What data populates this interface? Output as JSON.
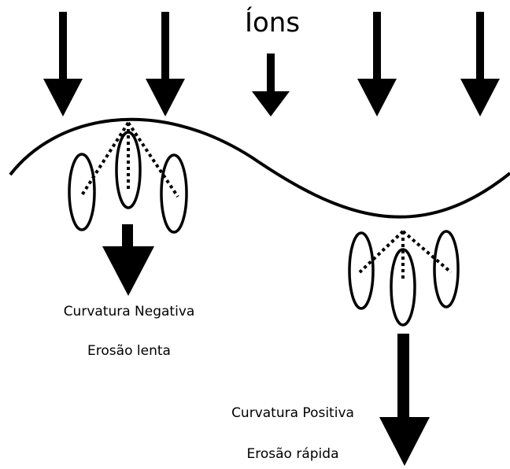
{
  "title": "Íons",
  "labels": {
    "negative_curvature": "Curvatura Negativa",
    "slow_erosion": "Erosão lenta",
    "positive_curvature": "Curvatura Positiva",
    "fast_erosion": "Erosão rápida"
  },
  "colors": {
    "ink": "#000000",
    "background": "#ffffff"
  }
}
